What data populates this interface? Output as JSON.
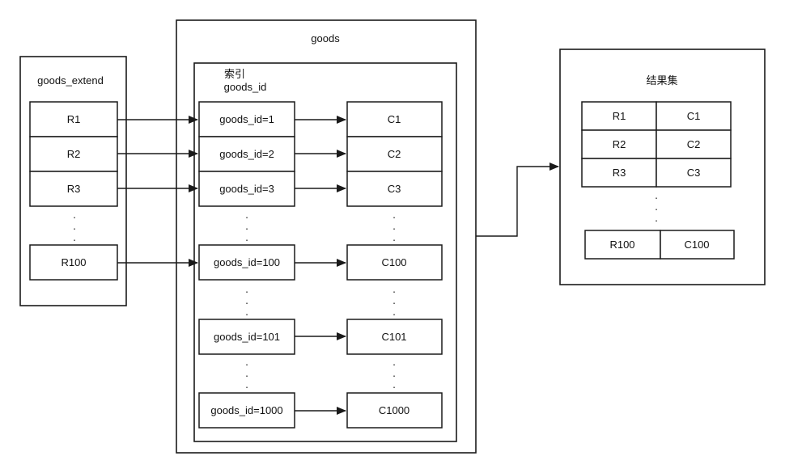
{
  "goods_extend": {
    "title": "goods_extend",
    "rows": [
      "R1",
      "R2",
      "R3",
      "R100"
    ],
    "ellipsis": ".\n."
  },
  "goods": {
    "title": "goods",
    "index_title_line1": "索引",
    "index_title_line2": "goods_id",
    "index_rows": [
      "goods_id=1",
      "goods_id=2",
      "goods_id=3",
      "goods_id=100",
      "goods_id=101",
      "goods_id=1000"
    ],
    "data_rows": [
      "C1",
      "C2",
      "C3",
      "C100",
      "C101",
      "C1000"
    ]
  },
  "result_set": {
    "title": "结果集",
    "rows": [
      {
        "r": "R1",
        "c": "C1"
      },
      {
        "r": "R2",
        "c": "C2"
      },
      {
        "r": "R3",
        "c": "C3"
      },
      {
        "r": "R100",
        "c": "C100"
      }
    ]
  },
  "ellipsis_dot": "."
}
